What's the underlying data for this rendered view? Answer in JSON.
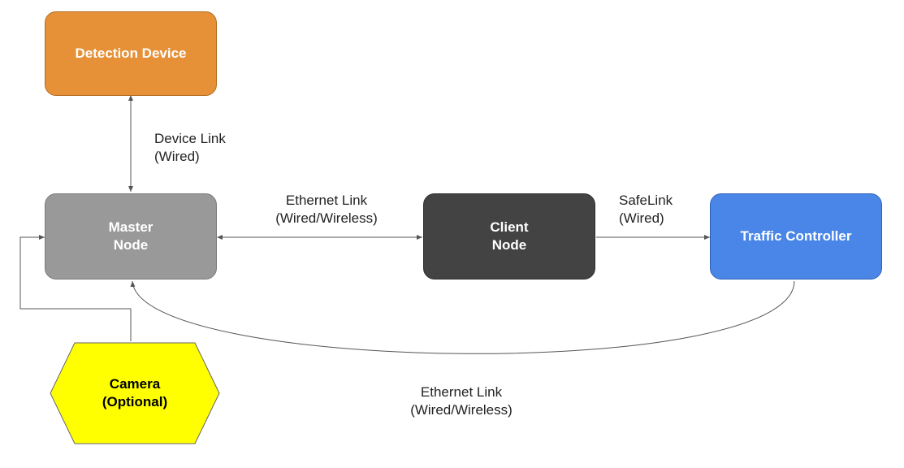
{
  "nodes": {
    "detection_device": {
      "label": "Detection Device",
      "color": "#e69138"
    },
    "master_node": {
      "label": "Master\n Node",
      "color": "#999999"
    },
    "client_node": {
      "label": "Client\nNode",
      "color": "#434343"
    },
    "traffic_controller": {
      "label": "Traffic Controller",
      "color": "#4a86e8"
    },
    "camera": {
      "label": "Camera\n(Optional)",
      "color": "#ffff00"
    }
  },
  "edges": {
    "device_link": {
      "label": "Device Link\n (Wired)"
    },
    "ethernet_link_top": {
      "label": "Ethernet Link\n(Wired/Wireless)"
    },
    "safelink": {
      "label": "SafeLink\n (Wired)"
    },
    "ethernet_link_bottom": {
      "label": "Ethernet Link\n(Wired/Wireless)"
    }
  }
}
